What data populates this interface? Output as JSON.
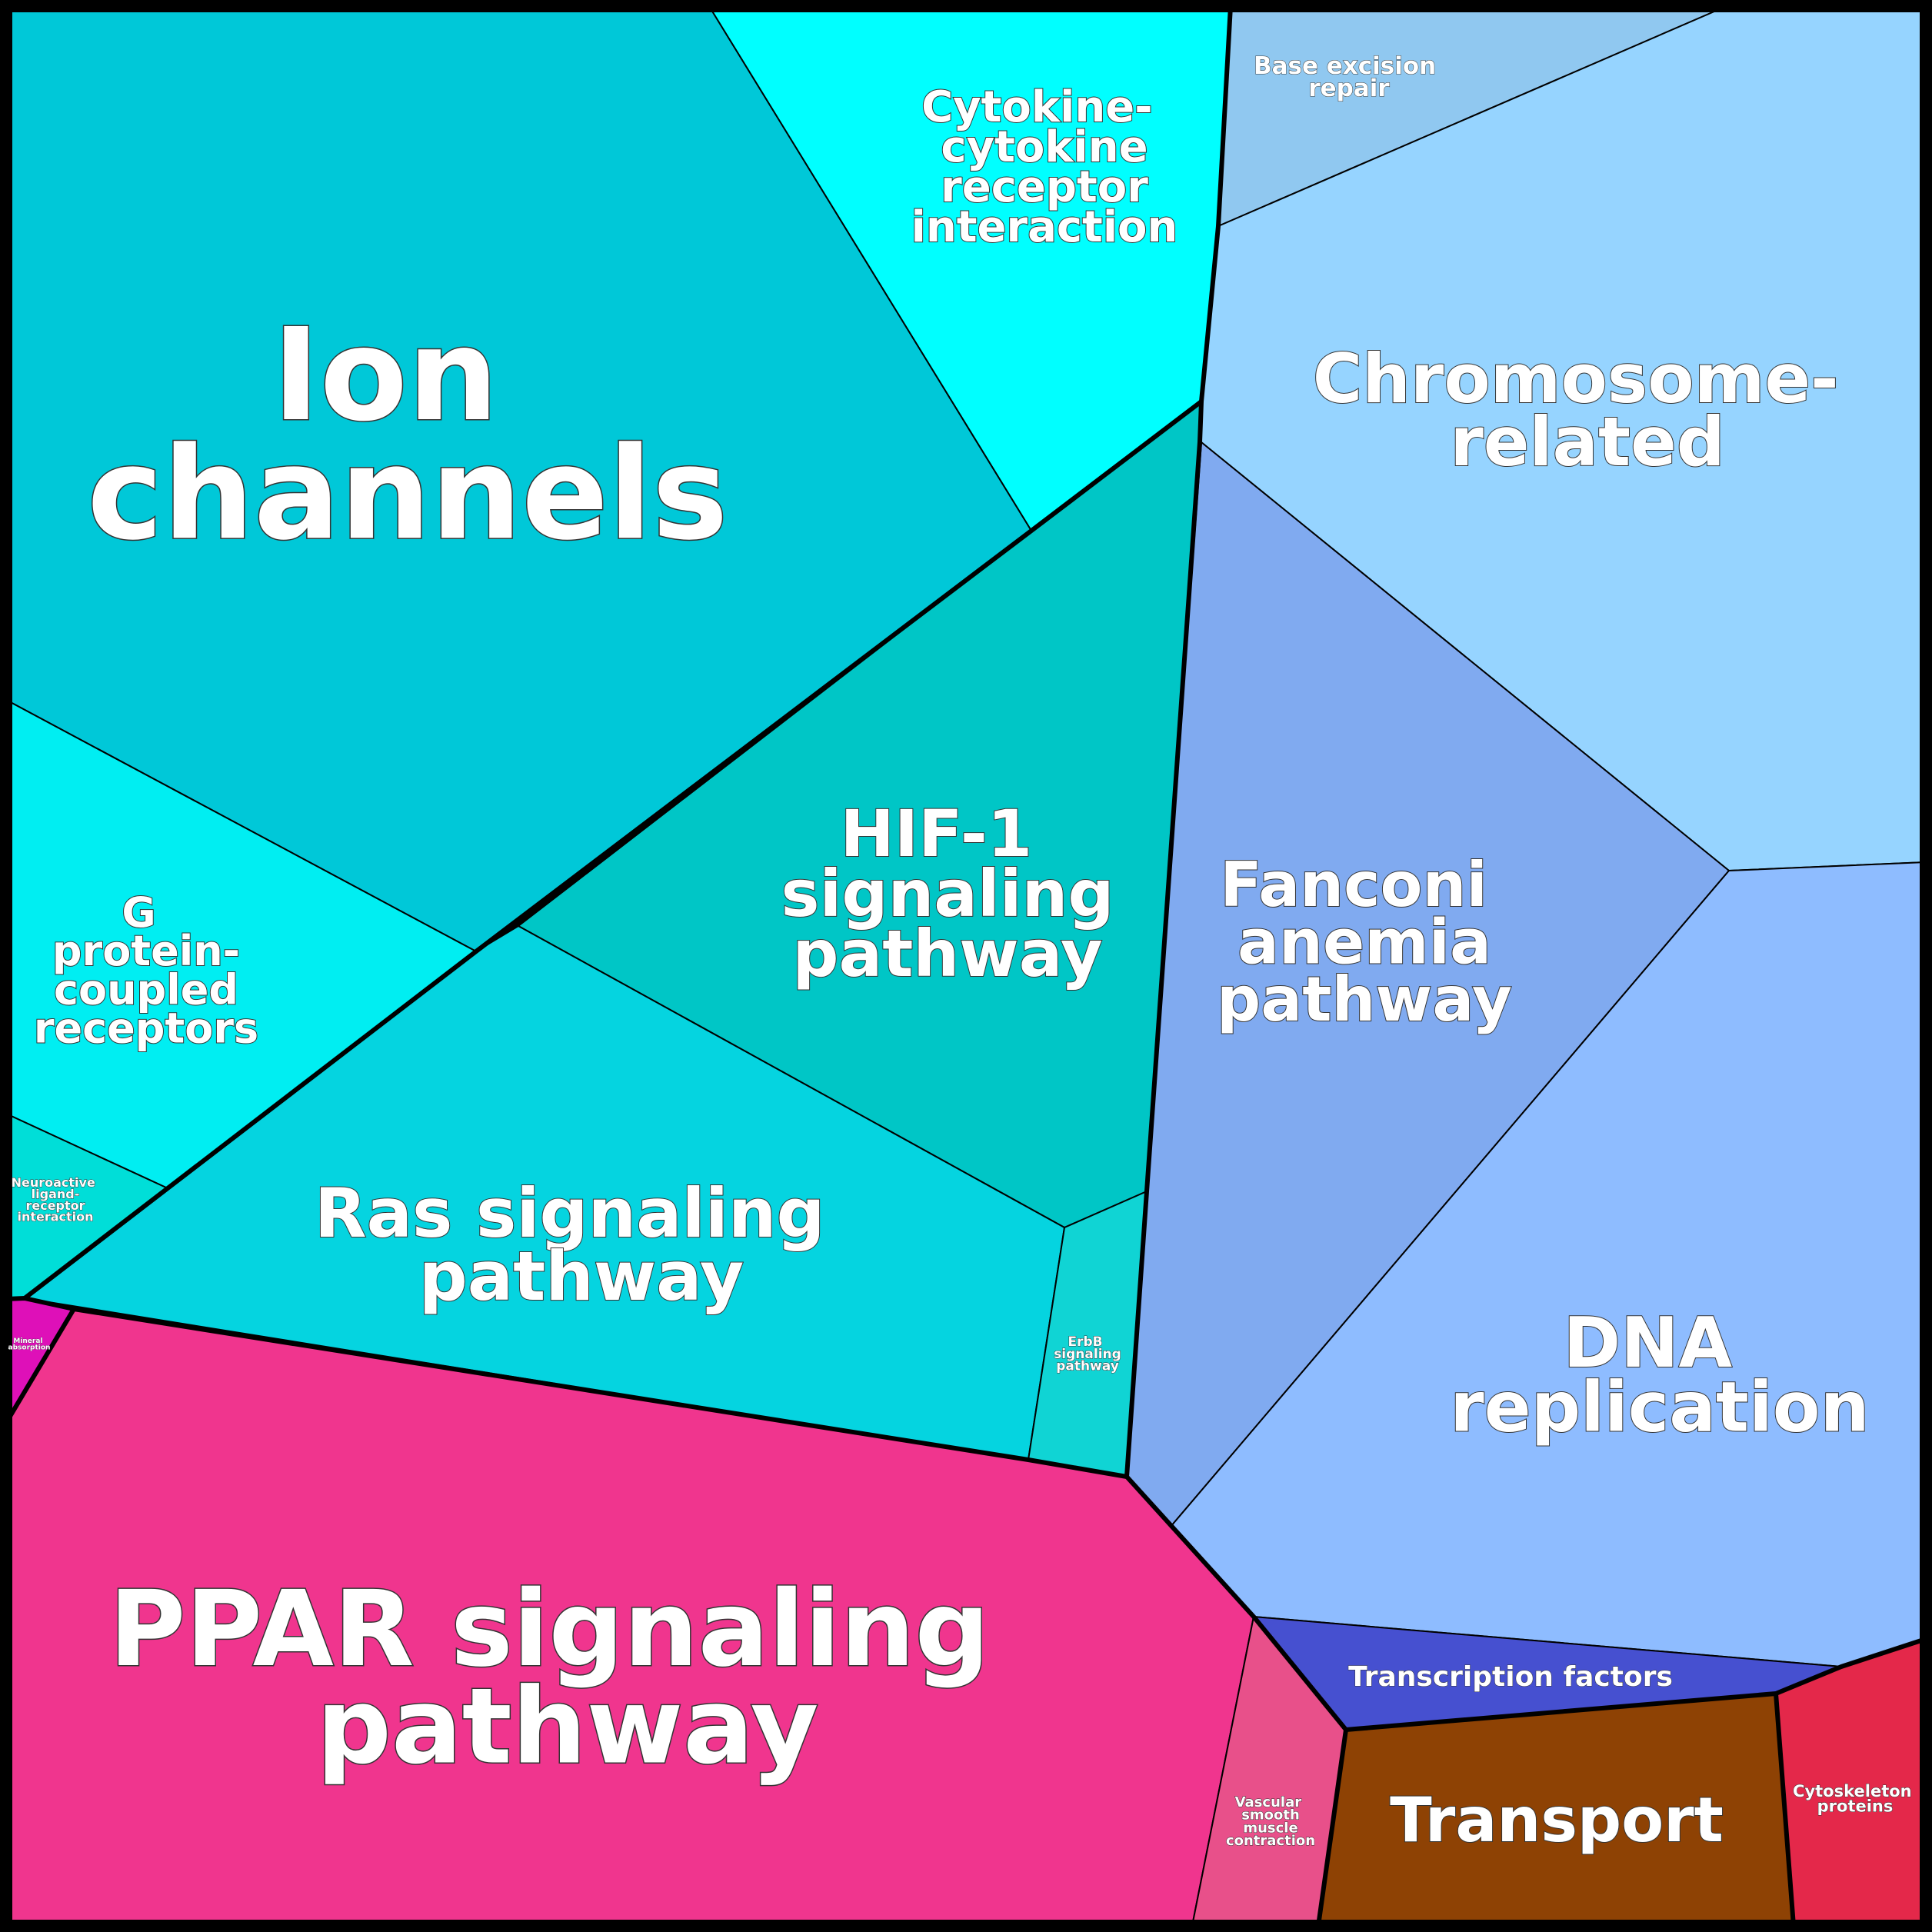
{
  "diagram": {
    "cells": [
      {
        "id": "ion-channels",
        "label": "Ion channels",
        "color": "#00C8D8"
      },
      {
        "id": "cytokine",
        "label": "Cytokine-cytokine receptor interaction",
        "color": "#00FFFF"
      },
      {
        "id": "gpcr",
        "label": "G protein-coupled receptors",
        "color": "#00EEF2"
      },
      {
        "id": "hif1",
        "label": "HIF-1 signaling pathway",
        "color": "#00C6C6"
      },
      {
        "id": "ras",
        "label": "Ras signaling pathway",
        "color": "#05D4E0"
      },
      {
        "id": "neuroactive",
        "label": "Neuroactive ligand-receptor interaction",
        "color": "#00DED8"
      },
      {
        "id": "erbb",
        "label": "ErbB signaling pathway",
        "color": "#10D4D4"
      },
      {
        "id": "mineral",
        "label": "Mineral absorption",
        "color": "#DE10B8"
      },
      {
        "id": "ppar",
        "label": "PPAR signaling pathway",
        "color": "#F0358E"
      },
      {
        "id": "vascular",
        "label": "Vascular smooth muscle contraction",
        "color": "#E8508A"
      },
      {
        "id": "base-excision",
        "label": "Base excision repair",
        "color": "#90C8F0"
      },
      {
        "id": "chromosome",
        "label": "Chromosome-related",
        "color": "#96D4FF"
      },
      {
        "id": "fanconi",
        "label": "Fanconi anemia pathway",
        "color": "#80AAF0"
      },
      {
        "id": "dna-replication",
        "label": "DNA replication",
        "color": "#8EBCFF"
      },
      {
        "id": "transcription",
        "label": "Transcription factors",
        "color": "#4650D0"
      },
      {
        "id": "transport",
        "label": "Transport",
        "color": "#8E4204"
      },
      {
        "id": "cytoskeleton",
        "label": "Cytoskeleton proteins",
        "color": "#E4284A"
      }
    ]
  }
}
